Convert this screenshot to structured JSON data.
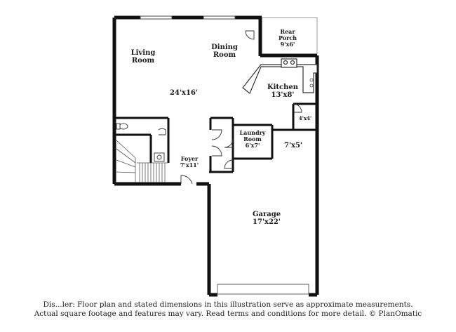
{
  "rooms": {
    "living_room": {
      "line1": "Living",
      "line2": "Room"
    },
    "dining_room": {
      "line1": "Dining",
      "line2": "Room"
    },
    "great_room_dim": "24'x16'",
    "rear_porch": {
      "line1": "Rear",
      "line2": "Porch",
      "dim": "9'x6'"
    },
    "kitchen": {
      "name": "Kitchen",
      "dim": "13'x8'"
    },
    "pantry_dim": "4'x4'",
    "laundry": {
      "line1": "Laundry",
      "line2": "Room",
      "dim": "6'x7'"
    },
    "storage_dim": "7'x5'",
    "foyer": {
      "name": "Foyer",
      "dim": "7'x11'"
    },
    "garage": {
      "name": "Garage",
      "dim": "17'x22'"
    }
  },
  "disclaimer": {
    "line1": "Dis...ler: Floor plan and stated dimensions in this illustration serve as approximate measurements.",
    "line2": "Actual square footage and features may vary. Read terms and conditions for more detail. © PlanOmatic"
  }
}
